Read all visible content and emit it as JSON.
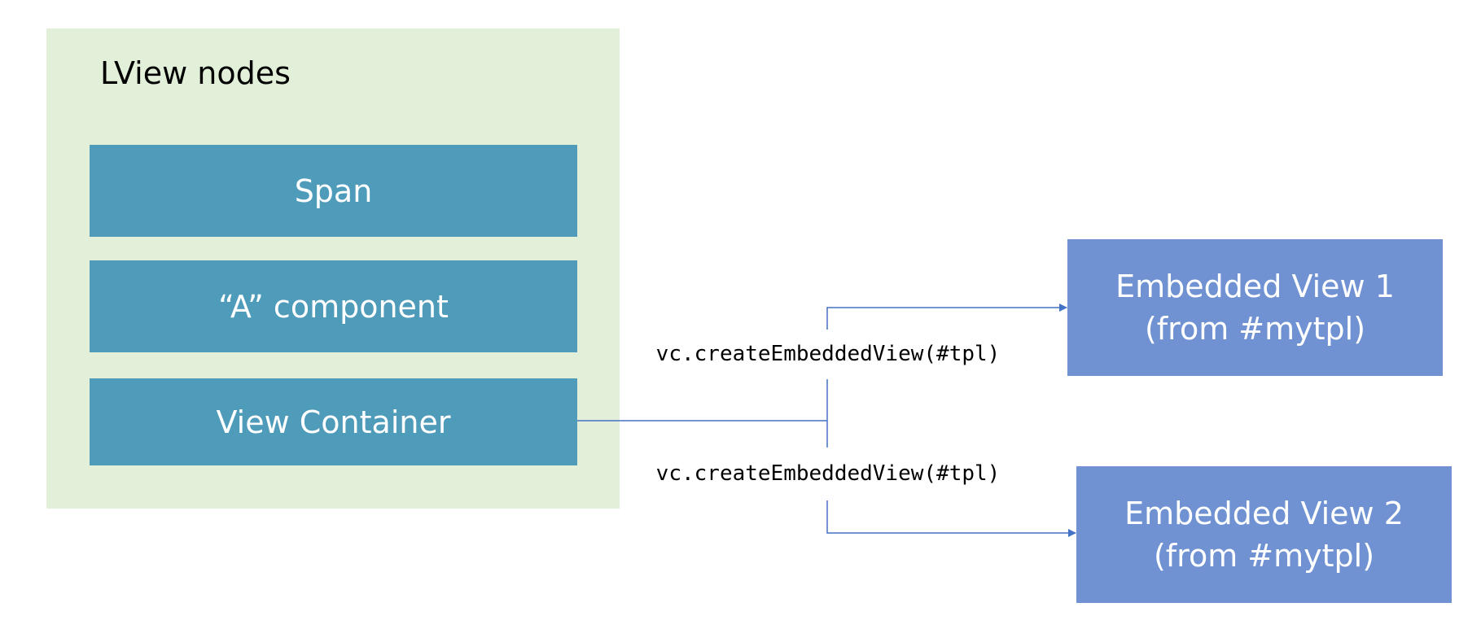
{
  "panel": {
    "title": "LView nodes",
    "nodes": [
      {
        "label": "Span"
      },
      {
        "label": "“A” component"
      },
      {
        "label": "View Container"
      }
    ],
    "fill": "#e2efd9",
    "node_fill": "#4e9bba"
  },
  "calls": [
    {
      "label": "vc.createEmbeddedView(#tpl)"
    },
    {
      "label": "vc.createEmbeddedView(#tpl)"
    }
  ],
  "embedded_views": [
    {
      "line1": "Embedded View 1",
      "line2": "(from #mytpl)"
    },
    {
      "line1": "Embedded View 2",
      "line2": "(from #mytpl)"
    }
  ],
  "colors": {
    "connector": "#4472c4",
    "embedded_view_fill": "#7092d2",
    "text_on_box": "#ffffff"
  }
}
